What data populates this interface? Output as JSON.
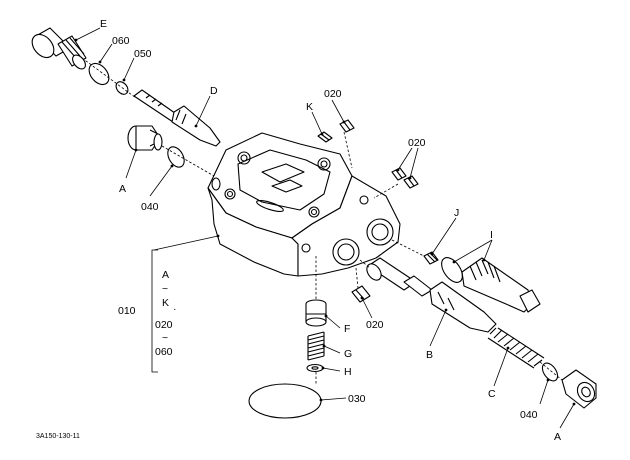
{
  "figure_code": "3A150-130-11",
  "labels": {
    "E": "E",
    "p060_top": "060",
    "p050": "050",
    "D": "D",
    "K": "K",
    "p020_a": "020",
    "p020_b": "020",
    "A_left": "A",
    "p040_left": "040",
    "J": "J",
    "I": "I",
    "p020_c": "020",
    "F": "F",
    "G": "G",
    "H": "H",
    "B": "B",
    "C": "C",
    "p040_right": "040",
    "A_right": "A",
    "p030": "030",
    "p010": "010"
  },
  "range_label": {
    "start": "A",
    "tilde1": "~",
    "end": "K",
    "sep": "·",
    "start2": "020",
    "tilde2": "~",
    "end2": "060"
  }
}
